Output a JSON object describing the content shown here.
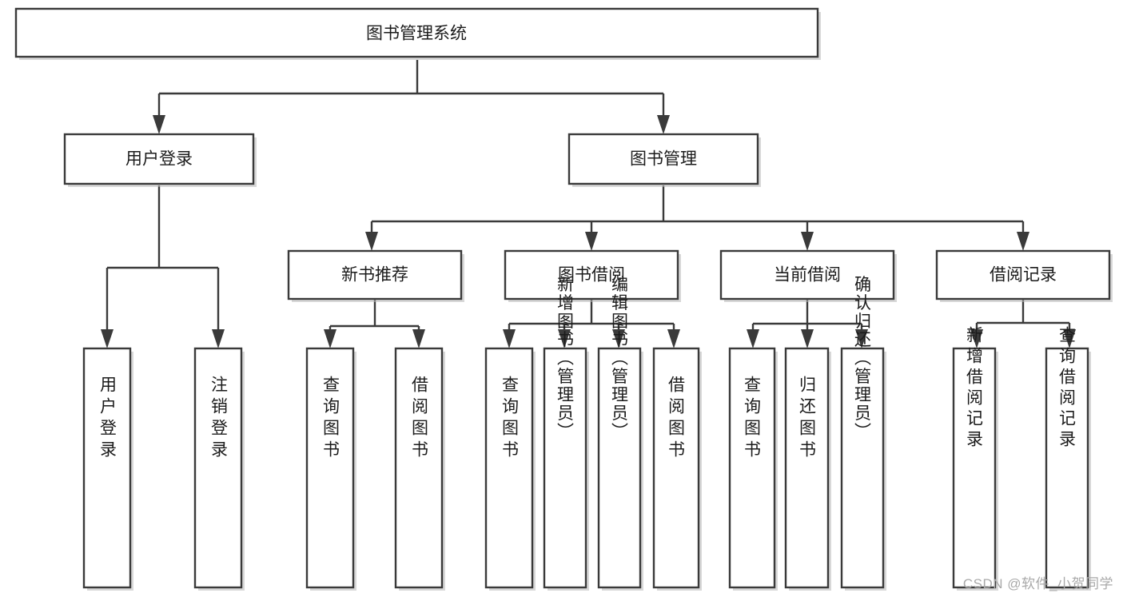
{
  "diagram": {
    "type": "tree-hierarchy-chart",
    "title": "图书管理系统",
    "theme": {
      "background": "#ffffff",
      "box_fill": "#ffffff",
      "box_stroke": "#3a3a3a",
      "text_color": "#1b1b1b",
      "watermark_color": "#a9a9a9"
    },
    "root": {
      "label": "图书管理系统"
    },
    "level1": [
      {
        "id": "user-login",
        "label": "用户登录"
      },
      {
        "id": "book-management",
        "label": "图书管理"
      }
    ],
    "level2": [
      {
        "id": "new-book-recommend",
        "label": "新书推荐",
        "parent": "book-management"
      },
      {
        "id": "book-borrow",
        "label": "图书借阅",
        "parent": "book-management"
      },
      {
        "id": "current-borrow",
        "label": "当前借阅",
        "parent": "book-management"
      },
      {
        "id": "borrow-record",
        "label": "借阅记录",
        "parent": "book-management"
      }
    ],
    "leaves": {
      "user-login": [
        {
          "id": "leaf-user-login",
          "label": "用户登录"
        },
        {
          "id": "leaf-logout",
          "label": "注销登录"
        }
      ],
      "new-book-recommend": [
        {
          "id": "leaf-query-book-1",
          "label": "查询图书"
        },
        {
          "id": "leaf-borrow-book-1",
          "label": "借阅图书"
        }
      ],
      "book-borrow": [
        {
          "id": "leaf-query-book-2",
          "label": "查询图书"
        },
        {
          "id": "leaf-add-book",
          "label": "新增图书（管理员）"
        },
        {
          "id": "leaf-edit-book",
          "label": "编辑图书（管理员）"
        },
        {
          "id": "leaf-borrow-book-2",
          "label": "借阅图书"
        }
      ],
      "current-borrow": [
        {
          "id": "leaf-query-book-3",
          "label": "查询图书"
        },
        {
          "id": "leaf-return-book",
          "label": "归还图书"
        },
        {
          "id": "leaf-confirm-return",
          "label": "确认归还（管理员）"
        }
      ],
      "borrow-record": [
        {
          "id": "leaf-add-record",
          "label": "新增借阅记录"
        },
        {
          "id": "leaf-query-record",
          "label": "查询借阅记录"
        }
      ]
    },
    "watermark": "CSDN @软件_小贺同学"
  }
}
